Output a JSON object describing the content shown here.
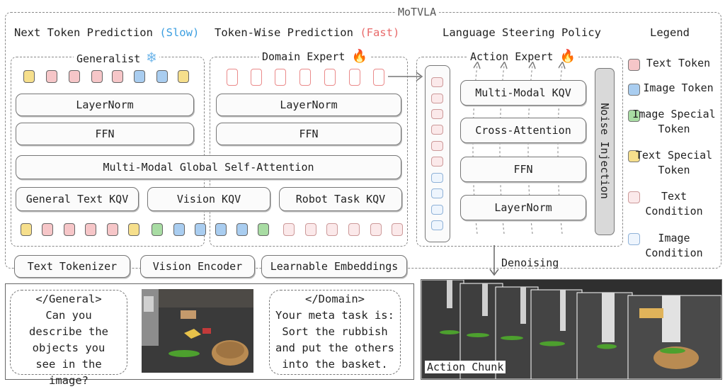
{
  "title": "MoTVLA",
  "headers": {
    "next_token": "Next Token Prediction",
    "slow": "(Slow)",
    "token_wise": "Token-Wise Prediction",
    "fast": "(Fast)",
    "steering": "Language Steering Policy",
    "legend": "Legend"
  },
  "generalist": {
    "title": "Generalist",
    "layernorm": "LayerNorm",
    "ffn": "FFN"
  },
  "domain_expert": {
    "title": "Domain Expert",
    "layernorm": "LayerNorm",
    "ffn": "FFN"
  },
  "shared": {
    "attention": "Multi-Modal Global Self-Attention",
    "kqv_text": "General Text KQV",
    "kqv_vision": "Vision KQV",
    "kqv_robot": "Robot Task KQV"
  },
  "action_expert": {
    "title": "Action Expert",
    "blocks": [
      "Multi-Modal KQV",
      "Cross-Attention",
      "FFN",
      "LayerNorm"
    ],
    "noise": "Noise Injection"
  },
  "encoders": {
    "text": "Text Tokenizer",
    "vision": "Vision Encoder",
    "learnable": "Learnable Embeddings"
  },
  "denoising": "Denoising",
  "legend_items": [
    {
      "color": "#f6c6c8",
      "label": "Text Token"
    },
    {
      "color": "#a9cdf0",
      "label": "Image Token"
    },
    {
      "color": "#a8dca3",
      "label": "Image Special Token"
    },
    {
      "color": "#f6df8c",
      "label": "Text Special Token"
    },
    {
      "color": "#fbe9ea",
      "label": "Text Condition"
    },
    {
      "color": "#eef5fd",
      "label": "Image Condition"
    }
  ],
  "prompts": {
    "general_tag": "</General>",
    "general_text": "Can you describe the objects you see in the image?",
    "domain_tag": "</Domain>",
    "domain_text": "Your meta task is: Sort the rubbish and put the others into the basket."
  },
  "action_chunk": "Action Chunk"
}
